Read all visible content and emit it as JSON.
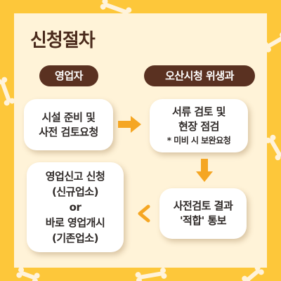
{
  "title": "신청절차",
  "roles": {
    "left": "영업자",
    "right": "오산시청 위생과"
  },
  "steps": {
    "step1": [
      "시설 준비 및",
      "사전 검토요청"
    ],
    "step2": [
      "서류 검토  및",
      "현장 점검",
      "* 미비 시 보완요청"
    ],
    "step3": [
      "사전검토 결과",
      "'적합' 통보"
    ],
    "step4": [
      "영업신고 신청",
      "(신규업소)",
      "or",
      "바로 영업개시",
      "(기존업소)"
    ]
  },
  "colors": {
    "background": "#FDC73A",
    "panel": "#FFF3D8",
    "pill": "#5A3121",
    "arrow": "#F5A623",
    "title": "#4A2A1C"
  }
}
